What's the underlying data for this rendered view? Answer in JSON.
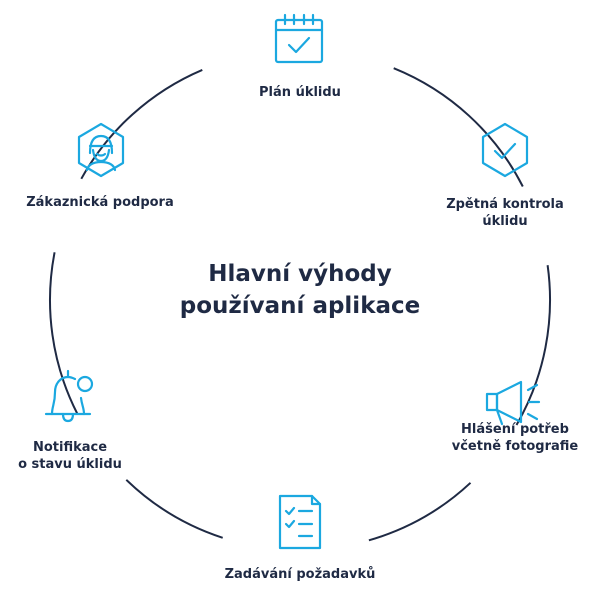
{
  "colors": {
    "text": "#1f2a44",
    "accent": "#1ba8e0",
    "ring": "#1f2a44"
  },
  "center": {
    "line1": "Hlavní výhody",
    "line2": "používaní aplikace"
  },
  "items": [
    {
      "icon": "calendar-check-icon",
      "line1": "Plán úklidu",
      "line2": ""
    },
    {
      "icon": "hexagon-check-icon",
      "line1": "Zpětná kontrola",
      "line2": "úklidu"
    },
    {
      "icon": "megaphone-icon",
      "line1": "Hlášení potřeb",
      "line2": "včetně fotografie"
    },
    {
      "icon": "checklist-icon",
      "line1": "Zadávání požadavků",
      "line2": ""
    },
    {
      "icon": "bell-icon",
      "line1": "Notifikace",
      "line2": "o stavu úklidu"
    },
    {
      "icon": "support-agent-icon",
      "line1": "Zákaznická podpora",
      "line2": ""
    }
  ]
}
